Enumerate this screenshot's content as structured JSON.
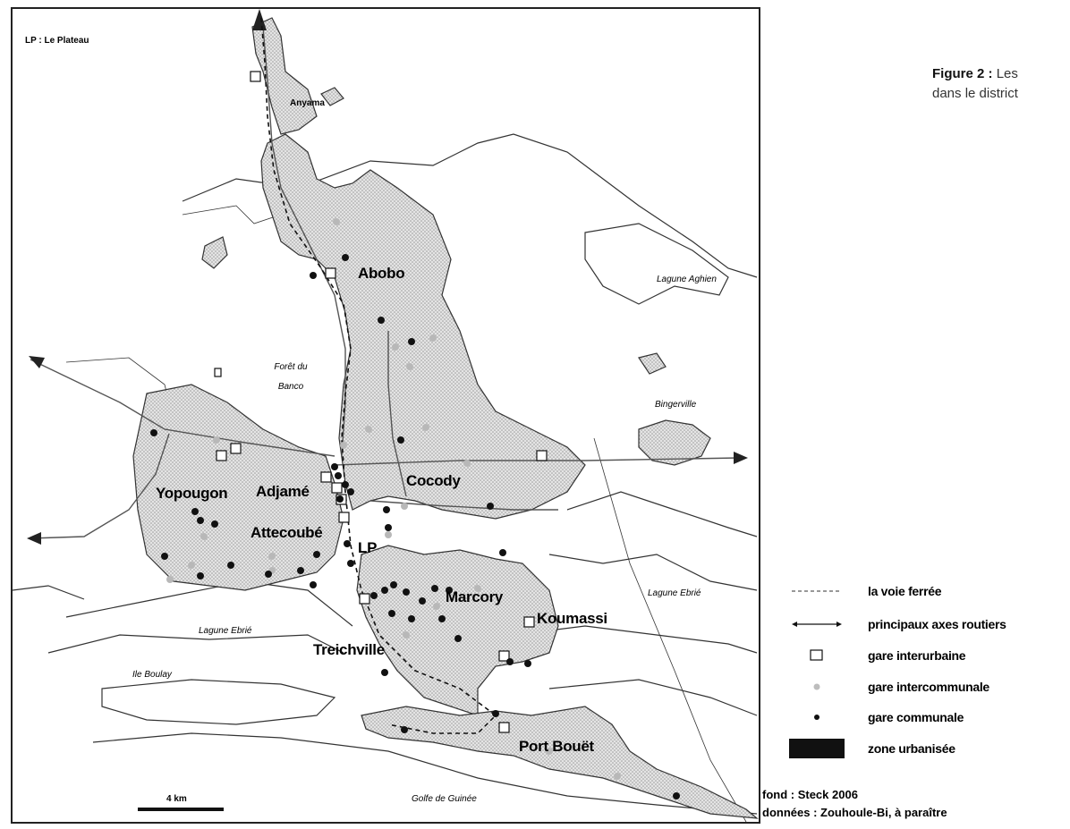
{
  "map": {
    "corner_note": "LP : Le Plateau",
    "places": {
      "anyama": "Anyama",
      "abobo": "Abobo",
      "foret_banco": "Forêt du Banco",
      "bingerville": "Bingerville",
      "lagune_aghien": "Lagune Aghien",
      "yopougon": "Yopougon",
      "adjame": "Adjamé",
      "cocody": "Cocody",
      "attecoube": "Attecoubé",
      "lp": "LP",
      "marcory": "Marcory",
      "koumassi": "Koumassi",
      "treichville": "Treichville",
      "lagune_ebrie_w": "Lagune Ebrié",
      "lagune_ebrie_e": "Lagune Ebrié",
      "ile_boulay": "Ile Boulay",
      "port_bouet": "Port Bouët",
      "golfe": "Golfe de Guinée"
    },
    "scale_label": "4 km"
  },
  "caption": {
    "bold": "Figure 2 :",
    "line1": "Les",
    "line2": "dans le district"
  },
  "legend": [
    {
      "symbol": "dashed-line-icon",
      "label": "la voie ferrée"
    },
    {
      "symbol": "double-arrow-icon",
      "label": "principaux axes routiers"
    },
    {
      "symbol": "open-square-icon",
      "label": "gare interurbaine"
    },
    {
      "symbol": "grey-dot-icon",
      "label": "gare intercommunale"
    },
    {
      "symbol": "black-dot-icon",
      "label": "gare communale"
    },
    {
      "symbol": "black-rectangle-icon",
      "label": "zone urbanisée"
    }
  ],
  "credits": {
    "fond": "fond : Steck 2006",
    "donnees": "données : Zouhoule-Bi, à paraître"
  },
  "colors": {
    "urban_fill": "#d9d9d9",
    "outline": "#2a2a2a",
    "station_black": "#111111",
    "station_grey": "#bdbdbd"
  }
}
